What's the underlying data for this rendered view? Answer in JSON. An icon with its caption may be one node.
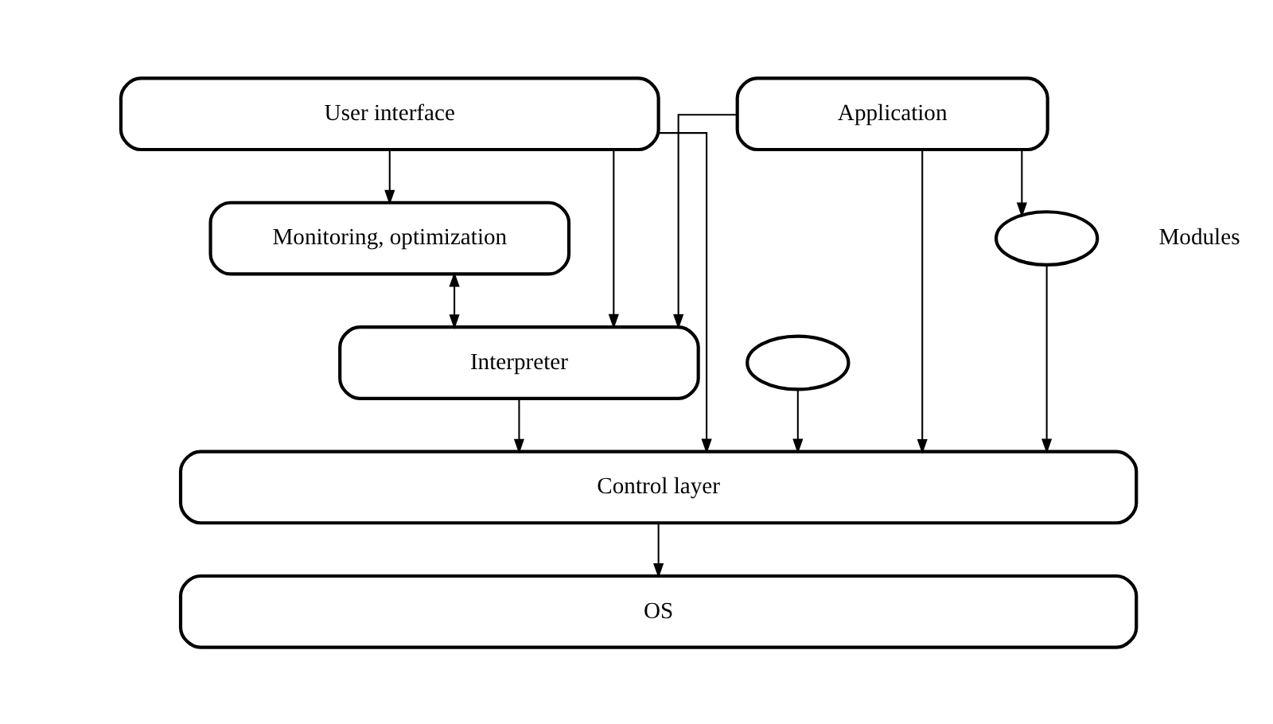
{
  "diagram": {
    "nodes": [
      {
        "text": [
          "User interface"
        ]
      },
      {
        "text": [
          "Application"
        ]
      },
      {
        "text": [
          "Monitoring, optimization"
        ]
      },
      {
        "text": [
          "Interpreter"
        ]
      },
      {
        "text": [],
        "shape": "circle"
      },
      {
        "text": [],
        "shape": "circle"
      },
      {
        "text": [
          "Control layer"
        ]
      },
      {
        "text": [
          "OS"
        ]
      }
    ],
    "edges": [
      {
        "from": 0,
        "to": 6,
        "arrow": "to"
      },
      {
        "from": 0,
        "to": 3,
        "arrow": "to"
      },
      {
        "from": 0,
        "to": 2,
        "arrow": "to"
      },
      {
        "from": 2,
        "to": 3,
        "arrow": "both"
      },
      {
        "from": 3,
        "to": 6,
        "arrow": "to"
      },
      {
        "from": 1,
        "to": 3,
        "arrow": "to"
      },
      {
        "from": 1,
        "to": 6,
        "arrow": "to"
      },
      {
        "from": 1,
        "to": 4,
        "arrow": "to"
      },
      {
        "from": 4,
        "to": 6,
        "arrow": "to"
      },
      {
        "from": 5,
        "to": 6,
        "arrow": "to"
      },
      {
        "from": 6,
        "to": 7,
        "arrow": "to"
      }
    ],
    "labels": [
      "Modules"
    ]
  }
}
